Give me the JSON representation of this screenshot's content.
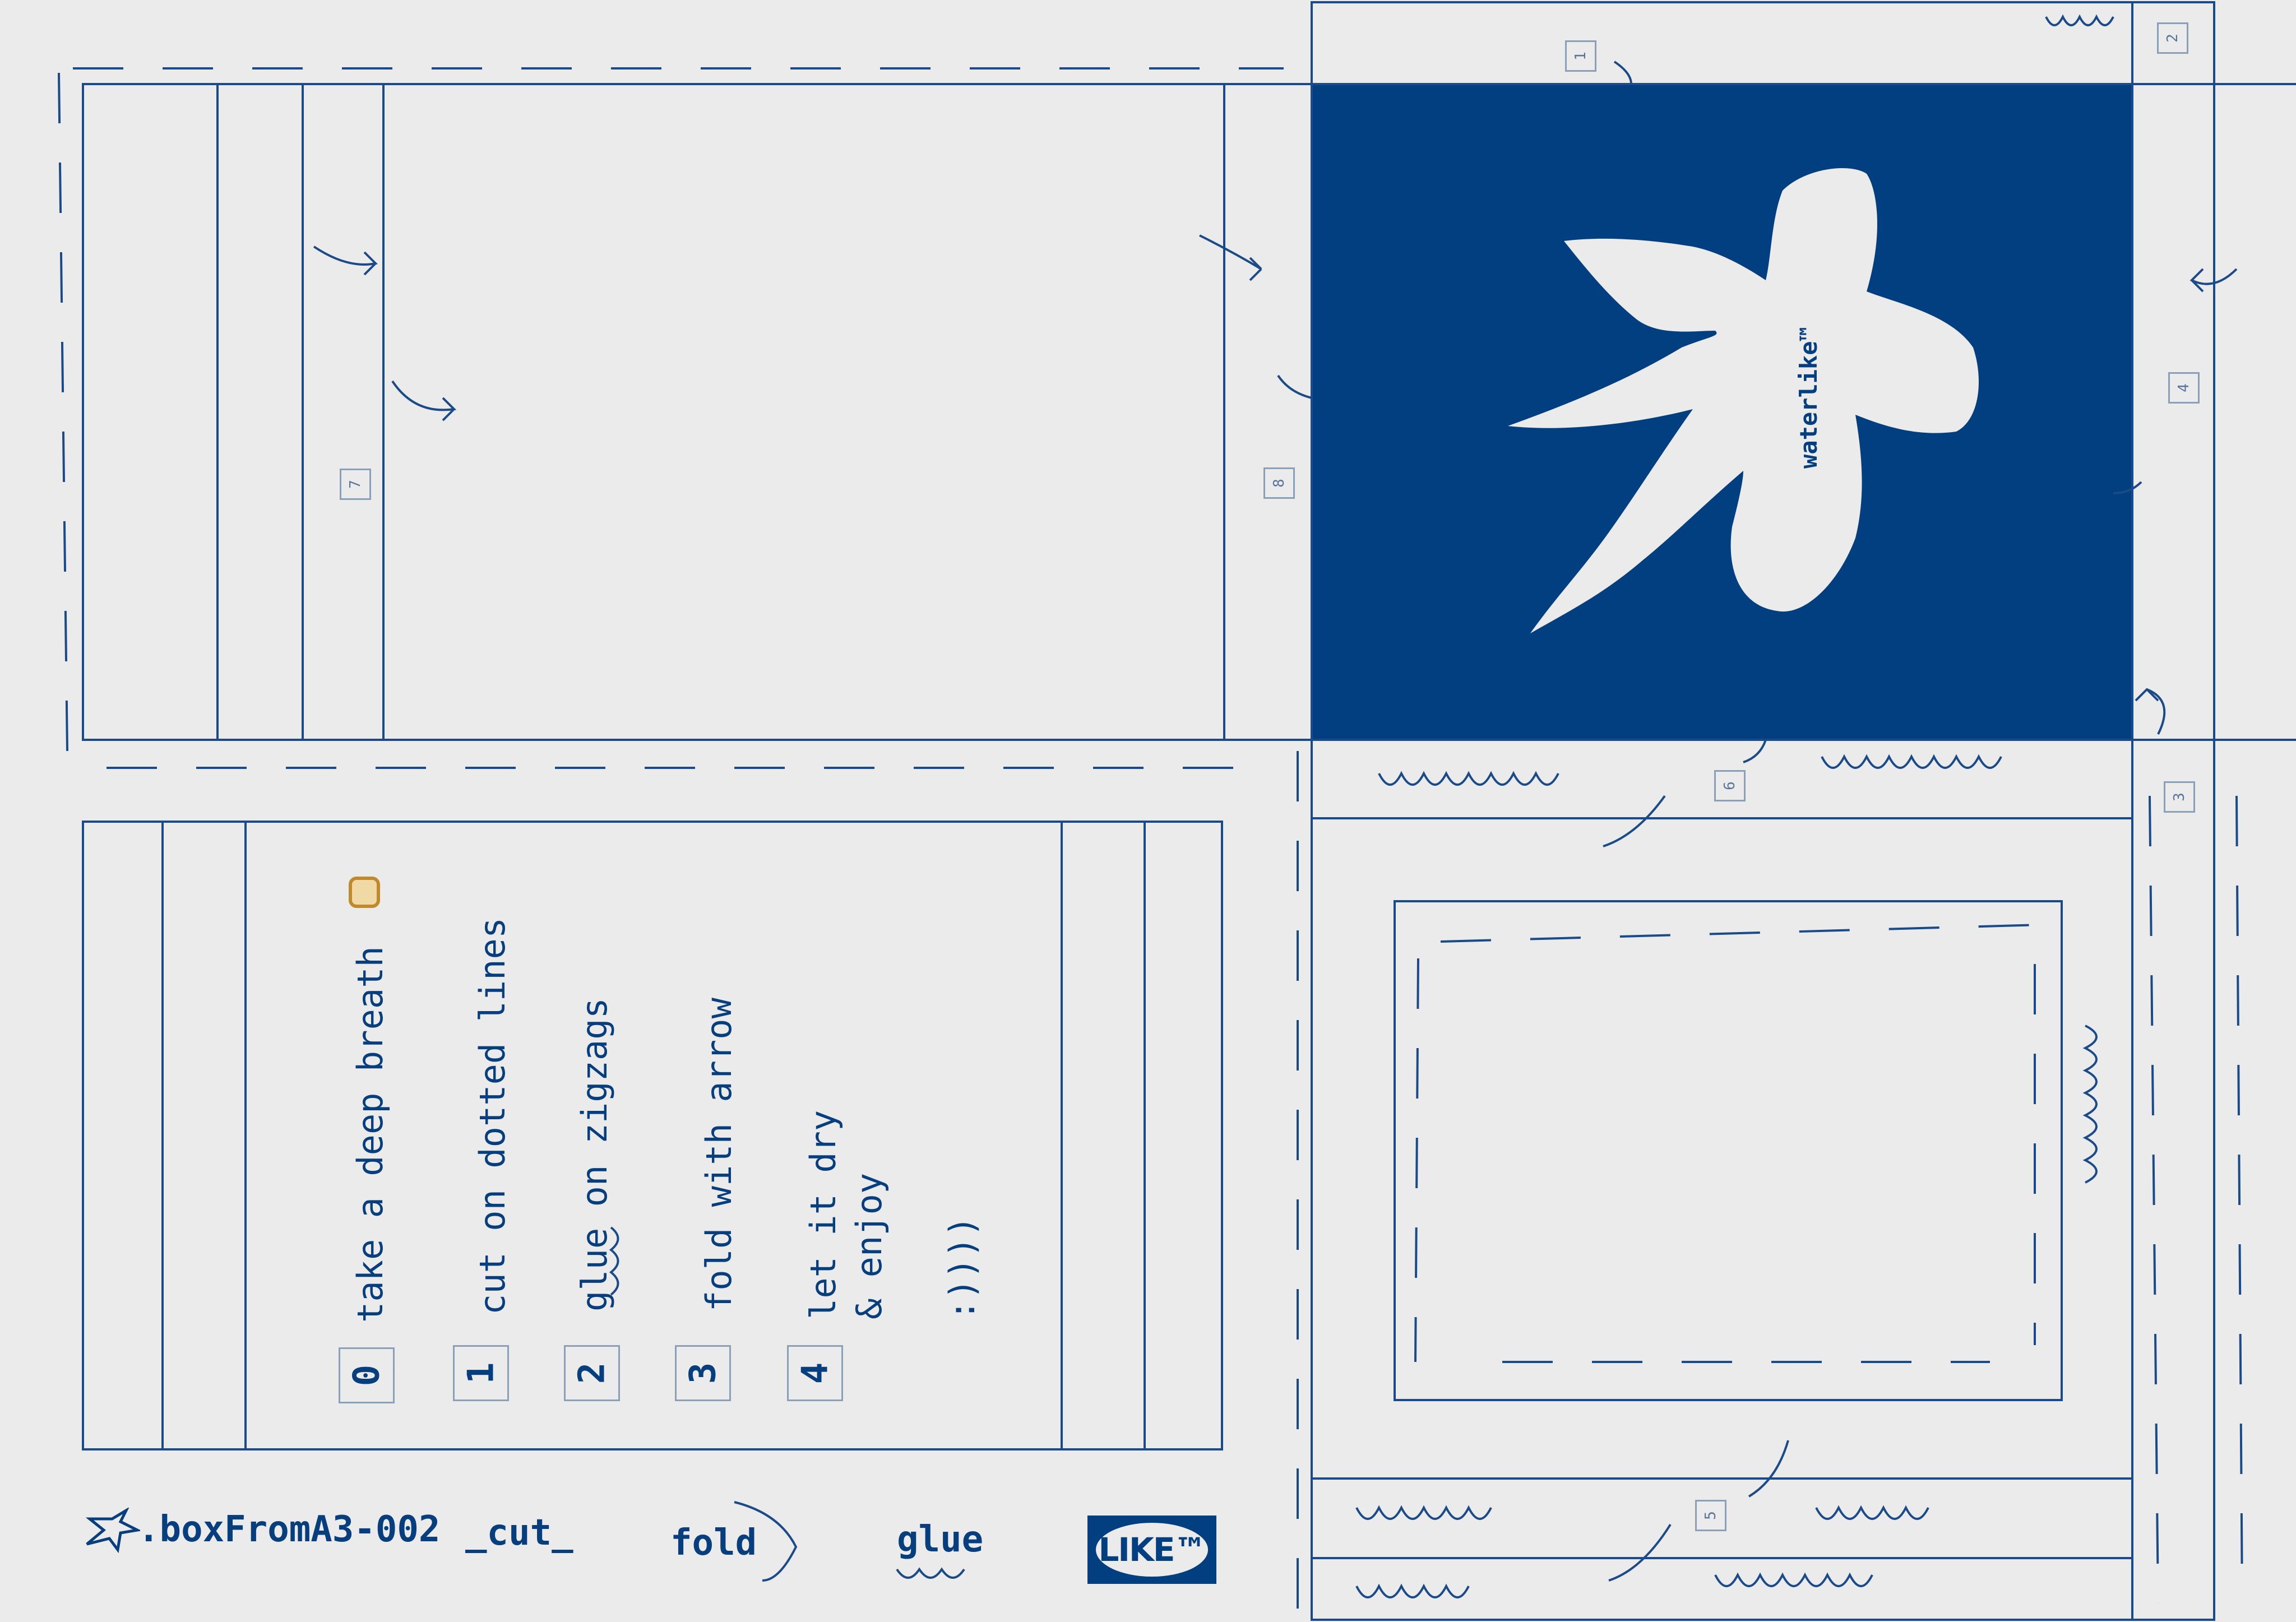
{
  "brand": {
    "product_name": "waterlike™",
    "logo_text": "LIKE™",
    "sheet_id": ".boxFromA3-002"
  },
  "instructions": {
    "steps": [
      {
        "number": "0",
        "text": "take a deep breath"
      },
      {
        "number": "1",
        "text": "cut on dotted lines"
      },
      {
        "number": "2",
        "text": "glue on zigzags"
      },
      {
        "number": "3",
        "text": "fold   with arrow"
      },
      {
        "number": "4",
        "text": "let it dry"
      }
    ],
    "extra_line": "& enjoy",
    "smile": ":))))"
  },
  "legend": {
    "cut": "_cut_",
    "fold": "fold",
    "glue": "glue"
  },
  "panel_numbers": [
    "1",
    "2",
    "3",
    "4",
    "5",
    "6",
    "7",
    "8"
  ],
  "colors": {
    "navy": "#073e7e",
    "paper": "#ebebeb",
    "panel_fill": "#023f80",
    "label_box": "#8aa0b8"
  },
  "icons": {
    "flower": "leaf-flower-icon",
    "breath": "emoji-icon"
  }
}
